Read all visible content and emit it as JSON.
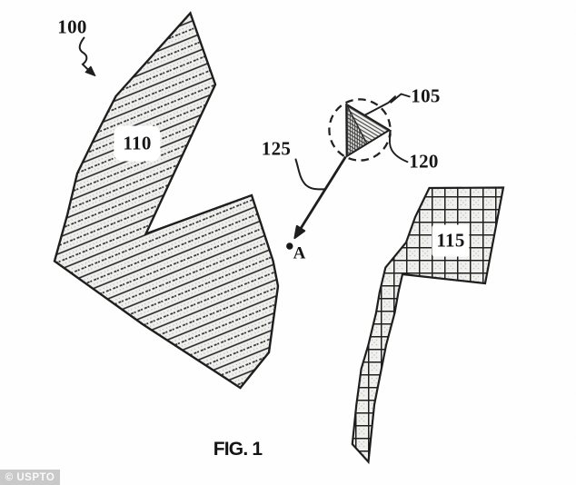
{
  "diagram": {
    "type": "patent-figure",
    "caption": "FIG. 1",
    "watermark": "© USPTO",
    "ref_labels": {
      "l100": "100",
      "l105": "105",
      "l110": "110",
      "l115": "115",
      "l120": "120",
      "l125": "125",
      "pointA": "A"
    }
  },
  "colors": {
    "background": "#ffffff",
    "line": "#1c1c1c",
    "shape_fill": "#f0f0ee",
    "watermark_bg": "#c9c9c9",
    "watermark_text": "#fafafa"
  }
}
